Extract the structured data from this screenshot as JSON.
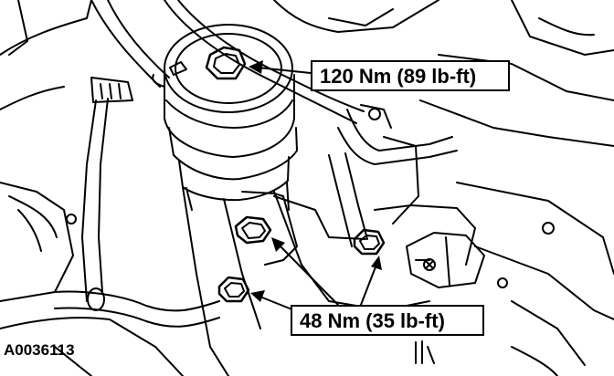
{
  "figure_id": "A0036113",
  "callouts": {
    "upper_torque": "120 Nm (89 lb-ft)",
    "lower_torque": "48 Nm (35 lb-ft)"
  },
  "colors": {
    "line": "#000000",
    "paper": "#ffffff"
  },
  "icons": {
    "bolt": "bolt-head-icon",
    "arrow": "leader-arrow-icon"
  }
}
